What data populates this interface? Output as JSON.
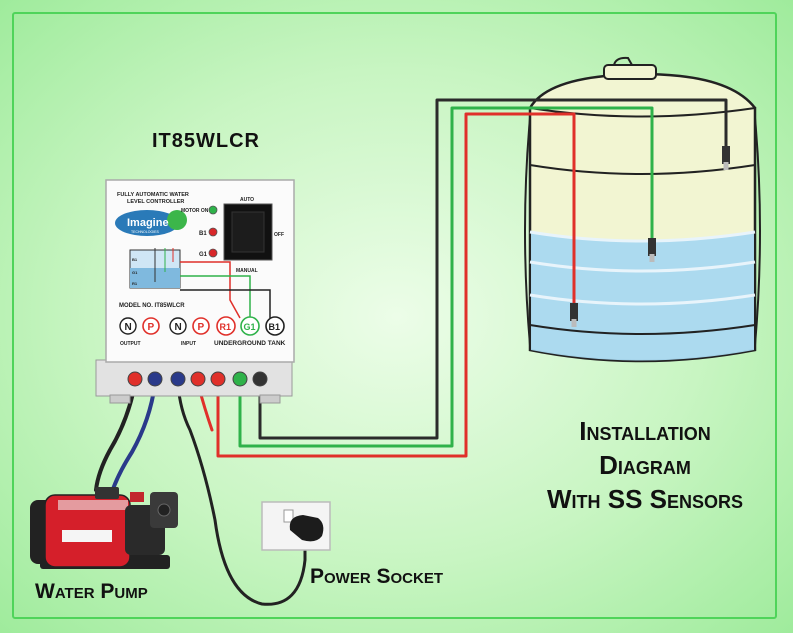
{
  "title": "IT85WLCR",
  "controller": {
    "header_line1": "FULLY AUTOMATIC WATER",
    "header_line2": "LEVEL CONTROLLER",
    "brand": "Imagine",
    "brand_sub": "TECHNOLOGIES",
    "motor_on": "MOTOR ON",
    "b1": "B1",
    "g1": "G1",
    "auto": "AUTO",
    "off": "OFF",
    "manual": "MANUAL",
    "model_no": "MODEL NO.  IT85WLCR",
    "terminals": [
      "N",
      "P",
      "N",
      "P",
      "R1",
      "G1",
      "B1"
    ],
    "output": "OUTPUT",
    "input": "INPUT",
    "underground_tank": "UNDERGROUND TANK",
    "mini_tank_levels": [
      "B1",
      "G1",
      "R1"
    ]
  },
  "installation_title": [
    "Installation",
    "Diagram",
    "With SS Sensors"
  ],
  "pump_label": "Water Pump",
  "socket_label": "Power Socket",
  "colors": {
    "wire_black": "#2b2b2b",
    "wire_green": "#2fb24a",
    "wire_red": "#e0302a",
    "frame": "#4fd45a",
    "water": "#a8d8f0"
  }
}
